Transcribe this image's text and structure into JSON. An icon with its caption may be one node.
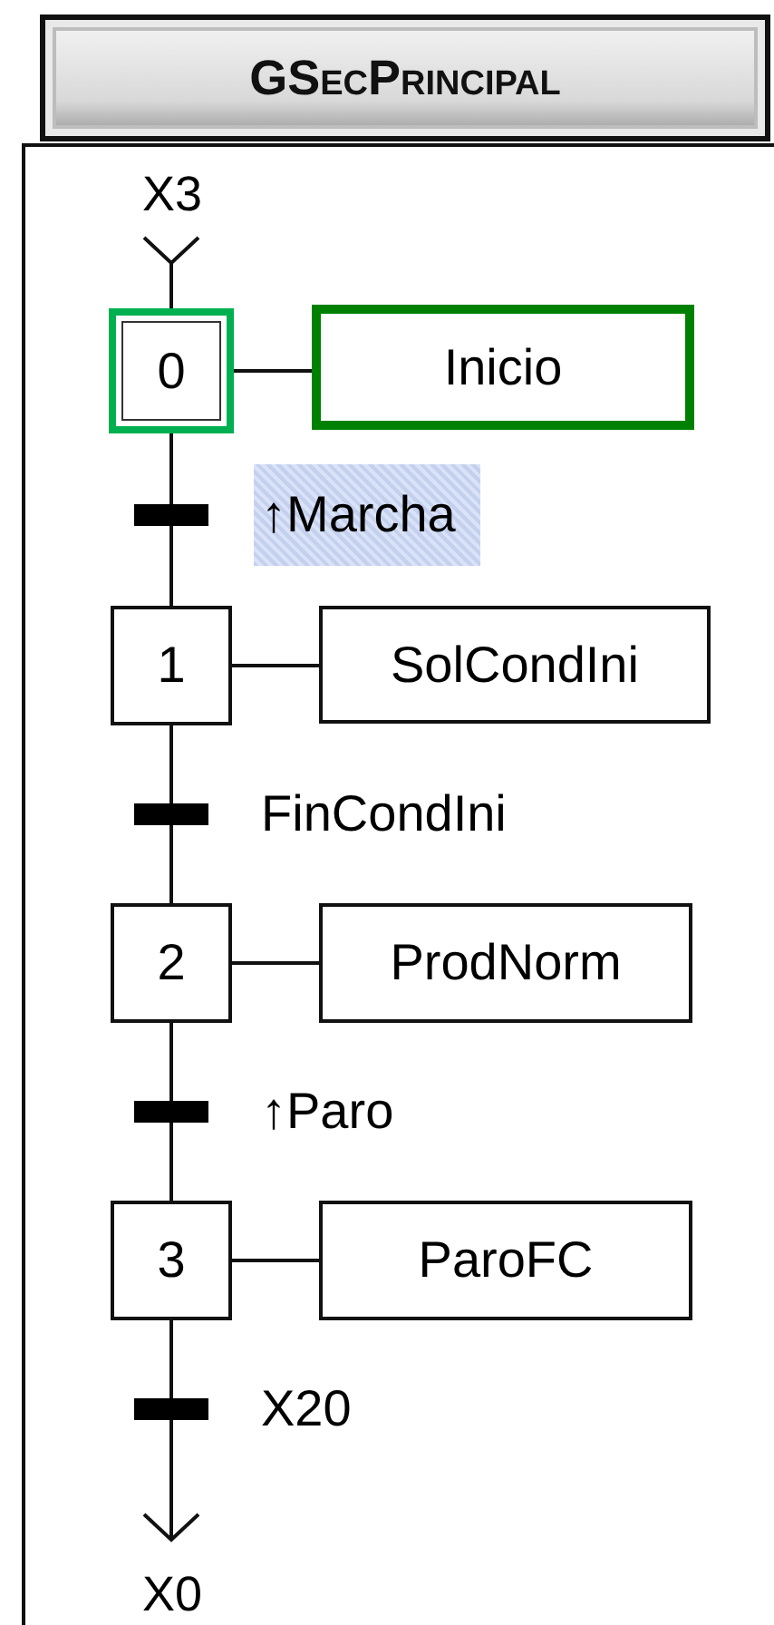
{
  "diagram": {
    "nodes": [
      {
        "text": [
          "GSecPrincipal"
        ]
      },
      {
        "text": [
          "X3"
        ],
        "in": 0
      },
      {
        "text": [
          "0"
        ],
        "in": 0
      },
      {
        "text": [
          "Inicio"
        ],
        "in": 0
      },
      {
        "text": [],
        "shape": "bar",
        "beside": [
          "↑Marcha"
        ],
        "in": 0
      },
      {
        "text": [
          "1"
        ],
        "in": 0
      },
      {
        "text": [
          "SolCondIni"
        ],
        "in": 0
      },
      {
        "text": [],
        "shape": "bar",
        "beside": [
          "FinCondIni"
        ],
        "in": 0
      },
      {
        "text": [
          "2"
        ],
        "in": 0
      },
      {
        "text": [
          "ProdNorm"
        ],
        "in": 0
      },
      {
        "text": [],
        "shape": "bar",
        "beside": [
          "↑Paro"
        ],
        "in": 0
      },
      {
        "text": [
          "3"
        ],
        "in": 0
      },
      {
        "text": [
          "ParoFC"
        ],
        "in": 0
      },
      {
        "text": [],
        "shape": "bar",
        "beside": [
          "X20"
        ],
        "in": 0
      },
      {
        "text": [
          "X0"
        ],
        "in": 0
      }
    ],
    "edges": [
      {
        "from": 2,
        "to": 1,
        "arrow": "to"
      },
      {
        "from": 2,
        "to": 3,
        "arrow": "none"
      },
      {
        "from": 2,
        "to": 4,
        "arrow": "none"
      },
      {
        "from": 4,
        "to": 5,
        "arrow": "none"
      },
      {
        "from": 5,
        "to": 6,
        "arrow": "none"
      },
      {
        "from": 5,
        "to": 7,
        "arrow": "none"
      },
      {
        "from": 7,
        "to": 8,
        "arrow": "none"
      },
      {
        "from": 8,
        "to": 9,
        "arrow": "none"
      },
      {
        "from": 8,
        "to": 10,
        "arrow": "none"
      },
      {
        "from": 10,
        "to": 11,
        "arrow": "none"
      },
      {
        "from": 11,
        "to": 12,
        "arrow": "none"
      },
      {
        "from": 11,
        "to": 13,
        "arrow": "none"
      },
      {
        "from": 13,
        "to": 14,
        "arrow": "to"
      }
    ]
  }
}
